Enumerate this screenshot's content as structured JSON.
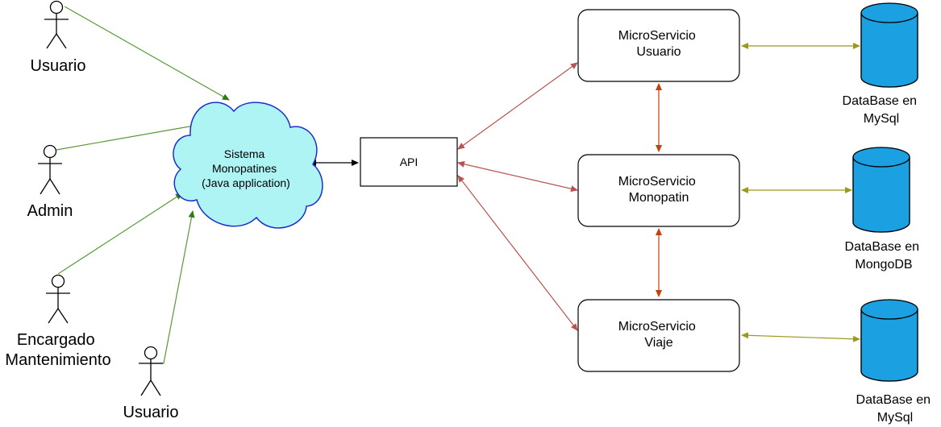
{
  "actors": [
    {
      "id": "usuario1",
      "label": "Usuario"
    },
    {
      "id": "admin",
      "label": "Admin"
    },
    {
      "id": "encargado",
      "label_lines": [
        "Encargado",
        "Mantenimiento"
      ]
    },
    {
      "id": "usuario2",
      "label": "Usuario"
    }
  ],
  "system": {
    "label_lines": [
      "Sistema",
      "Monopatines",
      "(Java application)"
    ]
  },
  "api": {
    "label": "API"
  },
  "services": [
    {
      "id": "usuario",
      "label_lines": [
        "MicroServicio",
        "Usuario"
      ]
    },
    {
      "id": "monopatin",
      "label_lines": [
        "MicroServicio",
        "Monopatin"
      ]
    },
    {
      "id": "viaje",
      "label_lines": [
        "MicroServicio",
        "Viaje"
      ]
    }
  ],
  "databases": [
    {
      "id": "db-usuario",
      "label_lines": [
        "DataBase en",
        "MySql"
      ]
    },
    {
      "id": "db-monopatin",
      "label_lines": [
        "DataBase en",
        "MongoDB"
      ]
    },
    {
      "id": "db-viaje",
      "label_lines": [
        "DataBase en",
        "MySql"
      ]
    }
  ],
  "colors": {
    "actor_edge": "#4d9a2a",
    "api_edge": "#b85450",
    "service_edge": "#c0400f",
    "db_edge": "#9c9a1c",
    "cloud_fill": "#aef4f4",
    "cloud_stroke": "#1a2fcc",
    "db_fill": "#1ba1e2",
    "db_stroke": "#006eaf"
  }
}
